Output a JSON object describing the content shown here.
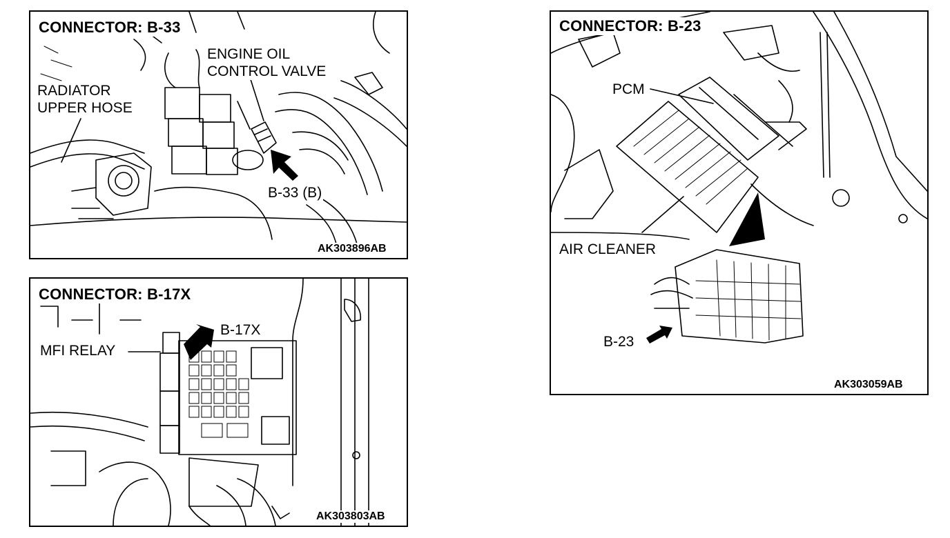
{
  "panels": {
    "b33": {
      "title": "CONNECTOR: B-33",
      "code": "AK303896AB",
      "labels": {
        "engine_oil": "ENGINE OIL",
        "control_valve": "CONTROL VALVE",
        "radiator": "RADIATOR",
        "upper_hose": "UPPER HOSE",
        "connector": "B-33 (B)"
      }
    },
    "b17x": {
      "title": "CONNECTOR: B-17X",
      "code": "AK303803AB",
      "labels": {
        "connector": "B-17X",
        "mfi_relay": "MFI RELAY"
      }
    },
    "b23": {
      "title": "CONNECTOR: B-23",
      "code": "AK303059AB",
      "labels": {
        "pcm": "PCM",
        "air_cleaner": "AIR CLEANER",
        "connector": "B-23"
      }
    }
  }
}
